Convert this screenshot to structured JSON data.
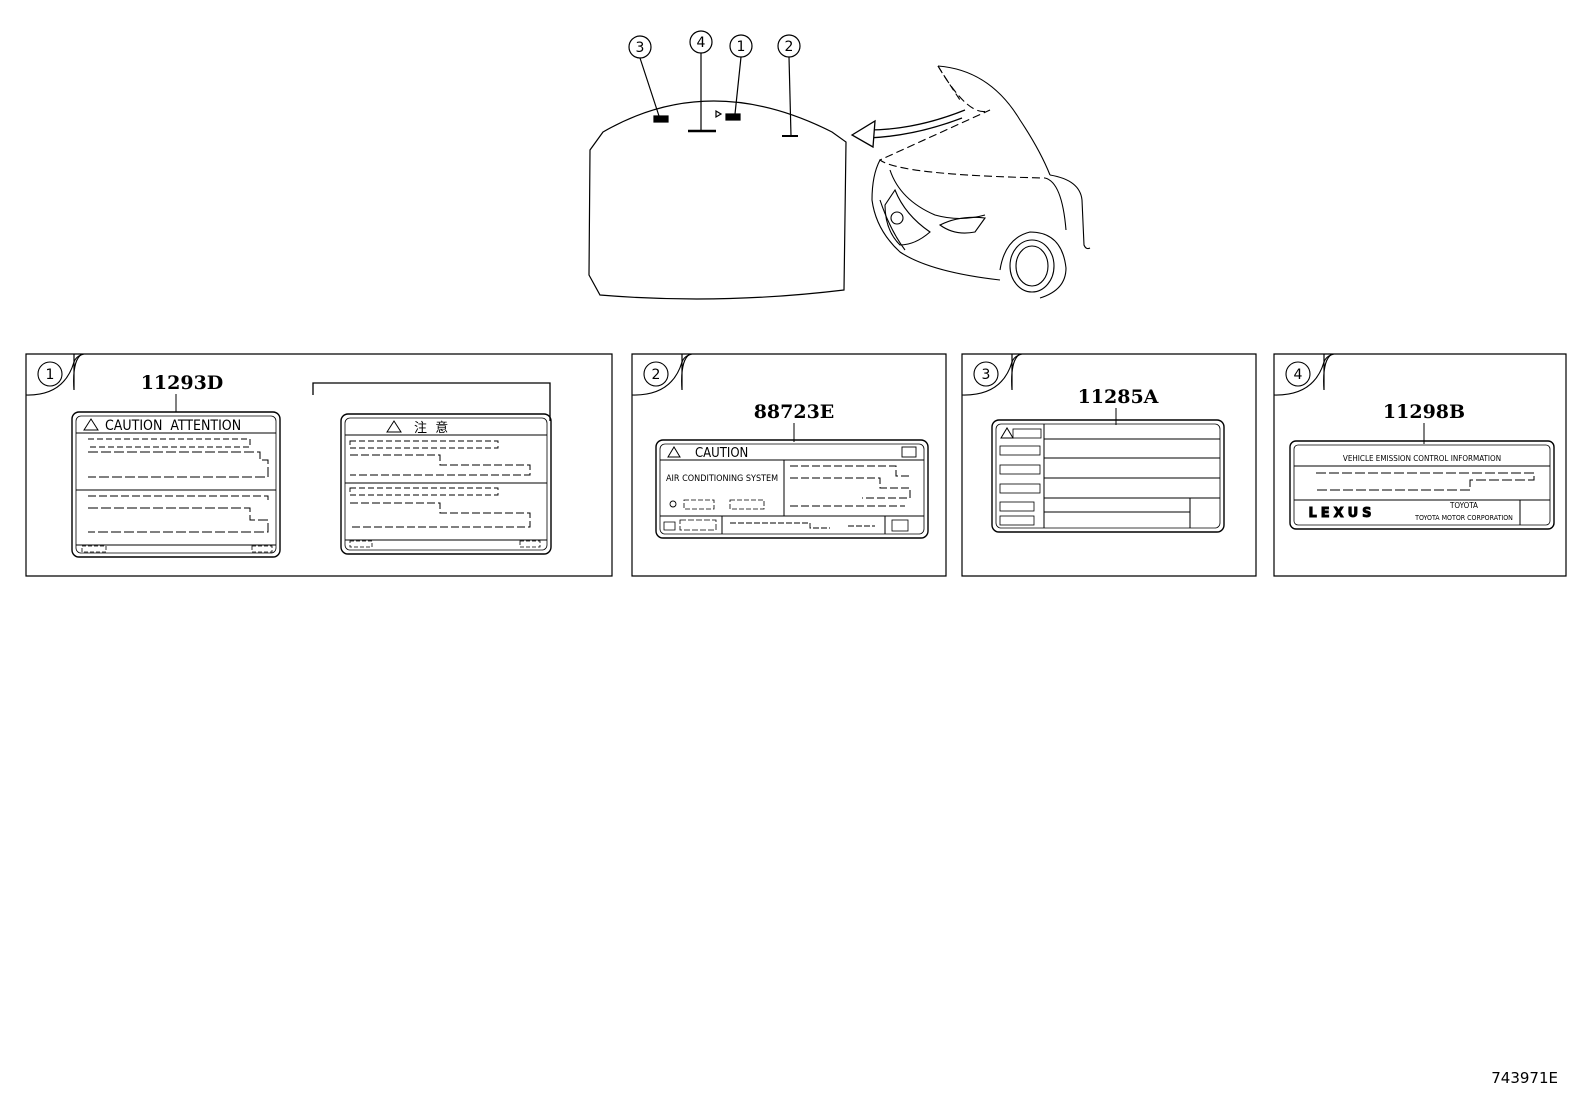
{
  "callouts": [
    {
      "num": "3"
    },
    {
      "num": "4"
    },
    {
      "num": "1"
    },
    {
      "num": "2"
    }
  ],
  "panels": [
    {
      "num": "1",
      "part_number": "11293D",
      "label_title": "CAUTION  ATTENTION",
      "alt_label_title": "注  意"
    },
    {
      "num": "2",
      "part_number": "88723E",
      "label_title": "CAUTION",
      "subtitle": "AIR CONDITIONING SYSTEM"
    },
    {
      "num": "3",
      "part_number": "11285A"
    },
    {
      "num": "4",
      "part_number": "11298B",
      "label_title": "VEHICLE EMISSION CONTROL INFORMATION",
      "brand": "LEXUS",
      "maker_line1": "TOYOTA",
      "maker_line2": "TOYOTA MOTOR CORPORATION"
    }
  ],
  "diagram_id": "743971E"
}
